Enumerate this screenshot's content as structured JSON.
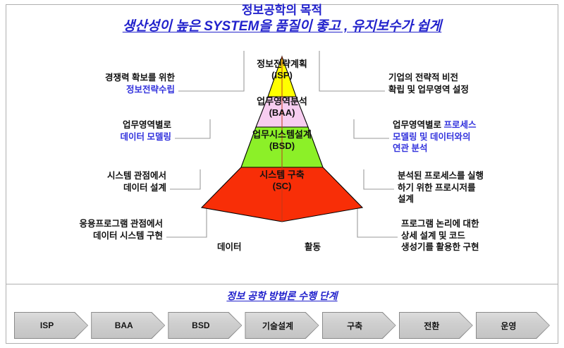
{
  "title": {
    "line1": "정보공학의 목적",
    "line2": "생산성이 높은 SYSTEM을 품질이 좋고 , 유지보수가 쉽게"
  },
  "pyramid": {
    "layers": [
      {
        "ko": "정보전략계획",
        "en": "(ISP)",
        "color": "#ffff00"
      },
      {
        "ko": "업무영역분석",
        "en": "(BAA)",
        "color": "#f7cdf0"
      },
      {
        "ko": "업무시스템설계",
        "en": "(BSD)",
        "color": "#8cf028"
      },
      {
        "ko": "시스템 구축",
        "en": "(SC)",
        "color": "#f82e07"
      }
    ],
    "base_left": "데이터",
    "base_right": "활동"
  },
  "left_labels": [
    {
      "lines": [
        {
          "text": "경쟁력 확보를 위한",
          "color": "black"
        },
        {
          "text": "정보전략수립",
          "color": "blue"
        }
      ]
    },
    {
      "lines": [
        {
          "text": "업무영역별로",
          "color": "black"
        },
        {
          "text": "데이터 모델링",
          "color": "blue"
        }
      ]
    },
    {
      "lines": [
        {
          "text": "시스템 관점에서",
          "color": "black"
        },
        {
          "text": "데이터 설계",
          "color": "black"
        }
      ]
    },
    {
      "lines": [
        {
          "text": "응용프로그램 관점에서",
          "color": "black"
        },
        {
          "text": "데이터 시스템 구현",
          "color": "black"
        }
      ]
    }
  ],
  "right_labels": [
    {
      "lines": [
        {
          "text": "기업의 전략적 비전",
          "color": "black"
        },
        {
          "text": "확립 및 업무영역 설정",
          "color": "black"
        }
      ]
    },
    {
      "lines": [
        {
          "text": "업무영역별로 프로세스",
          "color": "mixed"
        },
        {
          "text": "모델링 및 데이터와의",
          "color": "blue"
        },
        {
          "text": "연관 분석",
          "color": "blue"
        }
      ]
    },
    {
      "lines": [
        {
          "text": "분석된 프로세스를 실행",
          "color": "black"
        },
        {
          "text": "하기 위한 프로시저를",
          "color": "black"
        },
        {
          "text": "설계",
          "color": "black"
        }
      ]
    },
    {
      "lines": [
        {
          "text": "프로그램 논리에 대한",
          "color": "black"
        },
        {
          "text": "상세 설계 및 코드",
          "color": "black"
        },
        {
          "text": "생성기를 활용한 구현",
          "color": "black"
        }
      ]
    }
  ],
  "bottom": {
    "title": "정보 공학 방법론 수행 단계",
    "steps": [
      "ISP",
      "BAA",
      "BSD",
      "기술설계",
      "구축",
      "전환",
      "운영"
    ]
  },
  "colors": {
    "title_blue": "#2222cc",
    "label_blue": "#3333dd",
    "connector_gray": "#9a9a9a",
    "chevron_fill": "#cfcfcf",
    "chevron_border": "#8a8a8a"
  }
}
